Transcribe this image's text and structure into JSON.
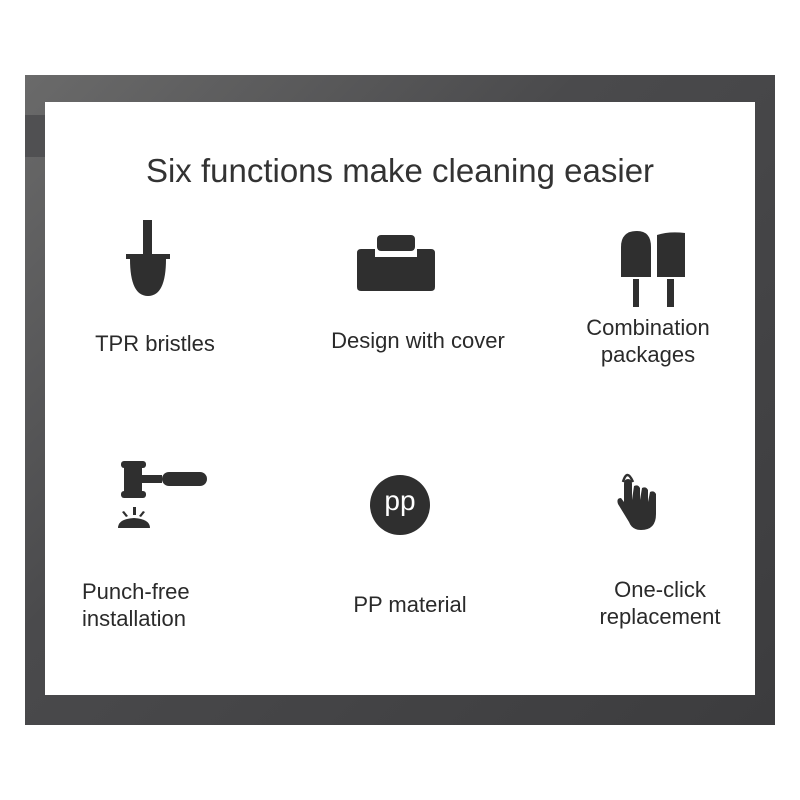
{
  "title": "Six functions make cleaning easier",
  "features": [
    {
      "label": "TPR bristles",
      "icon": "toilet-brush-icon"
    },
    {
      "label": "Design with cover",
      "icon": "box-cover-icon"
    },
    {
      "label_lines": [
        "Combination",
        "packages"
      ],
      "icon": "popsicle-pair-icon"
    },
    {
      "label_lines": [
        "Punch-free",
        "installation"
      ],
      "icon": "hammer-icon"
    },
    {
      "label": "PP material",
      "icon": "pp-badge-icon",
      "badge_text": "pp"
    },
    {
      "label_lines": [
        "One-click",
        "replacement"
      ],
      "icon": "hand-click-icon"
    }
  ],
  "colors": {
    "frame": "#4a4a4c",
    "icon": "#2f2f2f",
    "text": "#333333"
  }
}
